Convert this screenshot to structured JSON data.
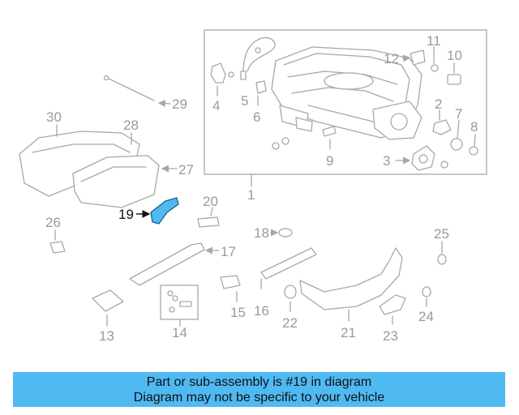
{
  "colors": {
    "highlight": "#4fb9f2",
    "line": "#a8a8a8",
    "label": "#9a9a9a",
    "banner": "#4fb9f2"
  },
  "callouts": {
    "n1": "1",
    "n2": "2",
    "n3": "3",
    "n4": "4",
    "n5": "5",
    "n6": "6",
    "n7": "7",
    "n8": "8",
    "n9": "9",
    "n10": "10",
    "n11": "11",
    "n12": "12",
    "n13": "13",
    "n14": "14",
    "n15": "15",
    "n16": "16",
    "n17": "17",
    "n18": "18",
    "n19": "19",
    "n20": "20",
    "n21": "21",
    "n22": "22",
    "n23": "23",
    "n24": "24",
    "n25": "25",
    "n26": "26",
    "n27": "27",
    "n28": "28",
    "n29": "29",
    "n30": "30"
  },
  "highlighted_part": "19",
  "banner": {
    "line1": "Part or sub-assembly is #19 in diagram",
    "line2": "Diagram may not be specific to your vehicle"
  }
}
